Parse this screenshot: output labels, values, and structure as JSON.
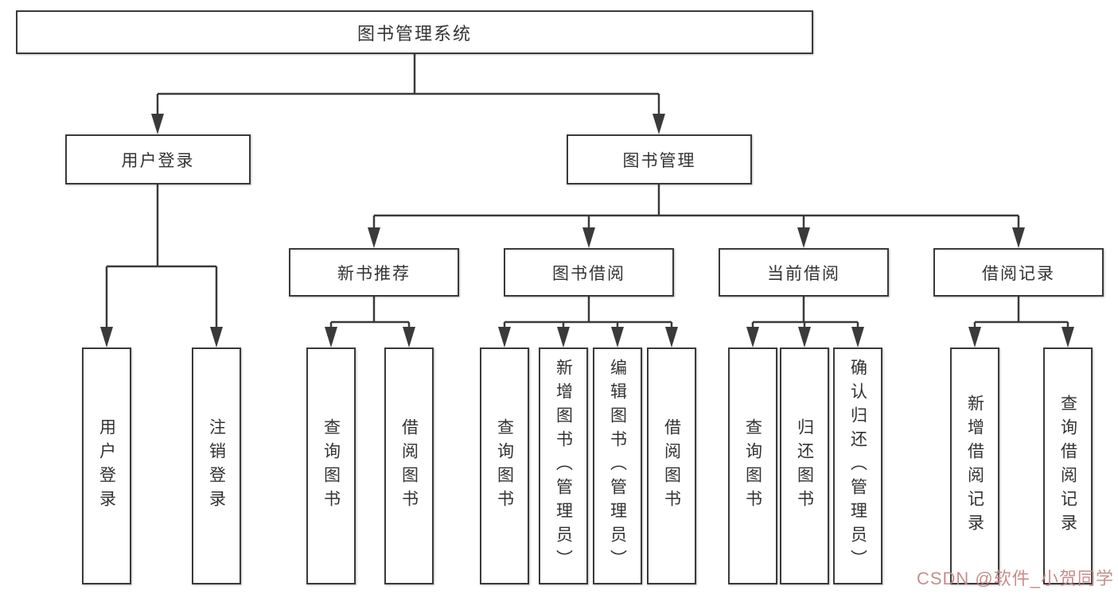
{
  "diagram": {
    "type": "tree",
    "root": {
      "label": "图书管理系统"
    },
    "level2": {
      "user_login": {
        "label": "用户登录"
      },
      "book_mgmt": {
        "label": "图书管理"
      }
    },
    "level3": {
      "new_book_rec": {
        "label": "新书推荐"
      },
      "book_borrow": {
        "label": "图书借阅"
      },
      "current_borrow": {
        "label": "当前借阅"
      },
      "borrow_record": {
        "label": "借阅记录"
      }
    },
    "leaves": {
      "user_login_leaf": {
        "label": "用户登录"
      },
      "logout_leaf": {
        "label": "注销登录"
      },
      "nbr_query": {
        "label": "查询图书"
      },
      "nbr_borrow": {
        "label": "借阅图书"
      },
      "bb_query": {
        "label": "查询图书"
      },
      "bb_add": {
        "label": "新增图书（管理员）"
      },
      "bb_edit": {
        "label": "编辑图书（管理员）"
      },
      "bb_borrow": {
        "label": "借阅图书"
      },
      "cb_query": {
        "label": "查询图书"
      },
      "cb_return": {
        "label": "归还图书"
      },
      "cb_confirm": {
        "label": "确认归还（管理员）"
      },
      "br_add": {
        "label": "新增借阅记录"
      },
      "br_query": {
        "label": "查询借阅记录"
      }
    },
    "colors": {
      "line": "#3a3a3a",
      "box_border": "#3a3a3a",
      "text": "#333333",
      "background": "#ffffff",
      "watermark": "#c58787"
    }
  },
  "watermark": {
    "text": "CSDN @软件_小贺同学"
  }
}
